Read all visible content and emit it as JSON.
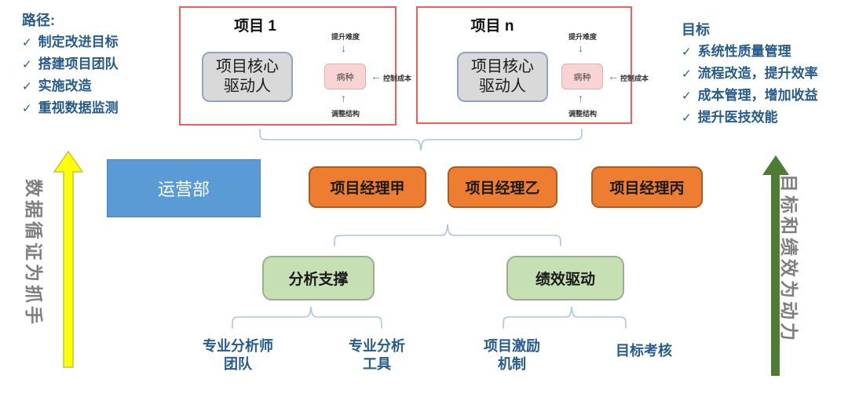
{
  "glyphs": {
    "check": "✓",
    "arrow_up": "↑",
    "arrow_down": "↓",
    "arrow_left": "←"
  },
  "path_block": {
    "title": "路径:",
    "items": [
      "制定改进目标",
      "搭建项目团队",
      "实施改造",
      "重视数据监测"
    ]
  },
  "goal_block": {
    "title": "目标",
    "items": [
      "系统性质量管理",
      "流程改造，提升效率",
      "成本管理，增加收益",
      "提升医技效能"
    ]
  },
  "projects": {
    "p1_title": "项目 1",
    "pn_title": "项目 n"
  },
  "project_inner": {
    "driver_line1": "项目核心",
    "driver_line2": "驱动人",
    "center": "病种",
    "top_label": "提升难度",
    "right_label": "控制成本",
    "bottom_label": "调整结构"
  },
  "org": {
    "operations": "运营部",
    "manager_a": "项目经理甲",
    "manager_b": "项目经理乙",
    "manager_c": "项目经理丙"
  },
  "supports": {
    "analysis": "分析支撑",
    "performance": "绩效驱动"
  },
  "bottom_labels": {
    "team_line1": "专业分析师",
    "team_line2": "团队",
    "tool_line1": "专业分析",
    "tool_line2": "工具",
    "incentive_line1": "项目激励",
    "incentive_line2": "机制",
    "assessment": "目标考核"
  },
  "side_arrows": {
    "left_text": "数据循证为抓手",
    "right_text": "目标和绩效为动力"
  },
  "colors": {
    "dark_blue_text": "#275B8C",
    "red_border": "#F85B5B",
    "orange": "#ED7D31",
    "blue": "#5B9BD5",
    "green_light": "#C6E0B4",
    "yellow": "#FFFF00",
    "green_dark": "#4E7C34",
    "brace_blue": "#A9C6E8",
    "gray_box": "#D9D9D9",
    "pink_box": "#FAD4D5",
    "arrow_blue": "#4472C4",
    "side_text_gray": "#7F7F7F"
  }
}
